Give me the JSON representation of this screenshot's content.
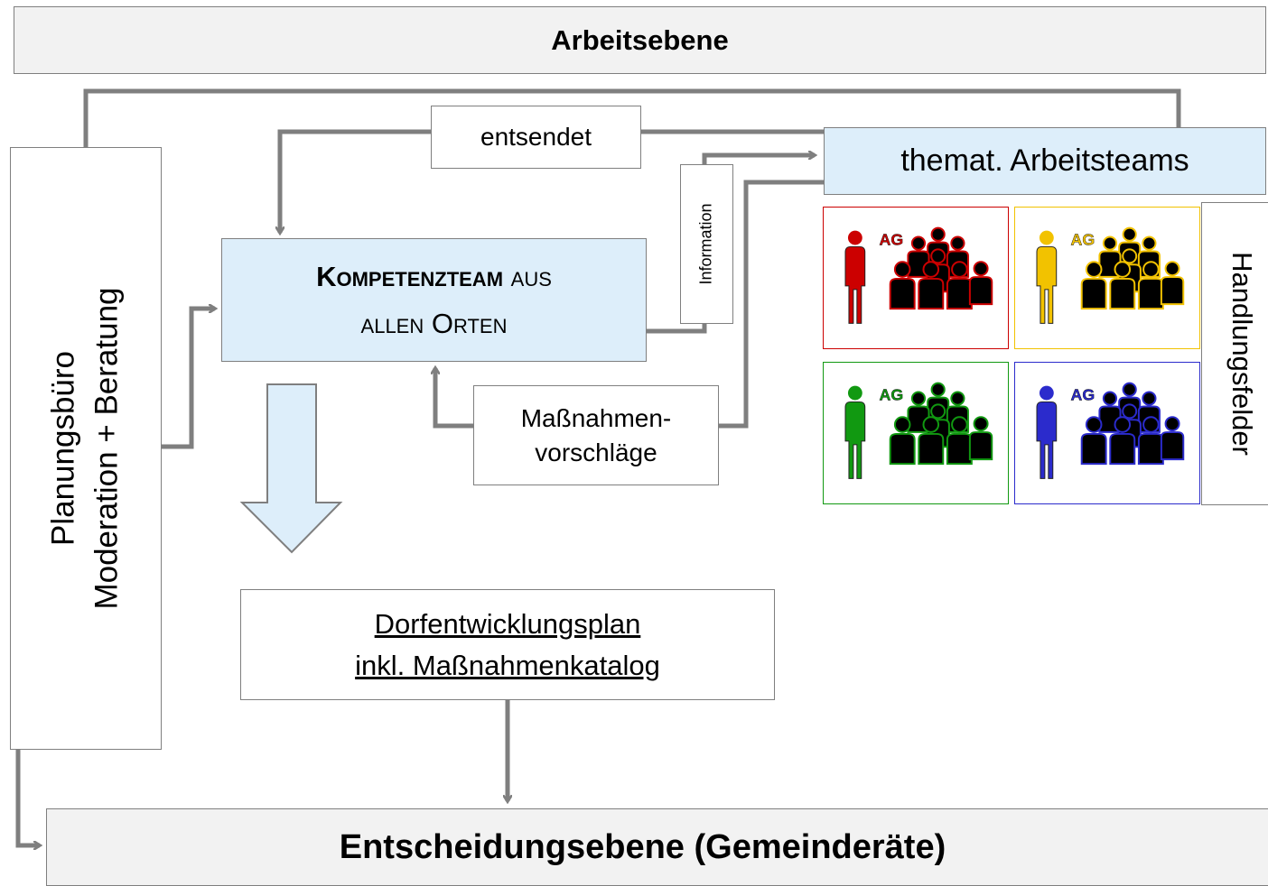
{
  "arbeitsebene": "Arbeitsebene",
  "entscheidungsebene": "Entscheidungsebene (Gemeinderäte)",
  "planungsbuero": {
    "line1": "Planungsbüro",
    "line2": "Moderation + Beratung"
  },
  "entsendet": "entsendet",
  "information": "Information",
  "kompetenzteam": {
    "bold": "Kompetenzteam",
    "rest1": "aus",
    "line2": "allen Orten"
  },
  "massnahmen": {
    "line1": "Maßnahmen-",
    "line2": "vorschläge"
  },
  "dorfplan": {
    "line1": "Dorfentwicklungsplan",
    "line2": "inkl. Maßnahmenkatalog"
  },
  "arbeitsteams": "themat. Arbeitsteams",
  "handlungsfelder": "Handlungsfelder",
  "ag_groups": [
    {
      "label": "AG",
      "color": "#cc0000"
    },
    {
      "label": "AG",
      "color": "#f2c200"
    },
    {
      "label": "AG",
      "color": "#119911"
    },
    {
      "label": "AG",
      "color": "#2b2bcc"
    }
  ],
  "colors": {
    "arrow": "#7f7f7f",
    "box_border": "#7f7f7f",
    "light_blue": "#ddeefa",
    "grey_fill": "#f2f2f2"
  }
}
